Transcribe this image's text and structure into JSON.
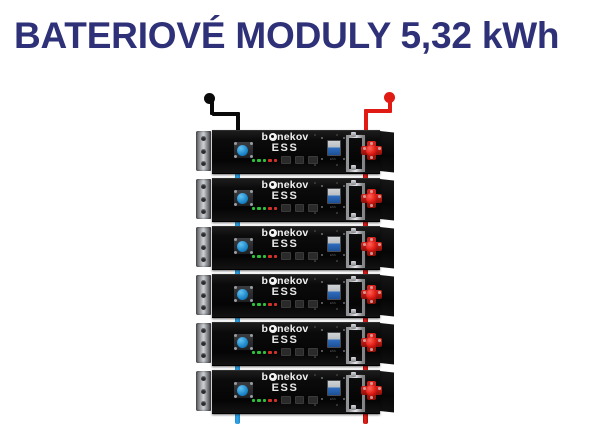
{
  "page": {
    "background_color": "#ffffff",
    "title": "BATERIOVÉ MODULY 5,32 kWh",
    "title_color": "#2e3178"
  },
  "product": {
    "name": "battery-module-stack",
    "module_count": 6,
    "brand_name": "b",
    "brand_name_rest": "nekov",
    "brand_sub": "ESS",
    "panel_caption": "ESS",
    "colors": {
      "negative_cable": "#35a8ea",
      "positive_cable": "#ee2018",
      "lead_negative": "#0a0a0a",
      "lead_positive": "#e01b14",
      "chassis": "#0b0b0b",
      "bracket": "#cfd2d6",
      "handle": "#e3e5e8",
      "display": "#2f6fc0",
      "led_green": "#2ecc3f",
      "led_red": "#e0342a"
    },
    "modules": [
      {
        "index": 1,
        "brand_sub": "ESS"
      },
      {
        "index": 2,
        "brand_sub": "ESS"
      },
      {
        "index": 3,
        "brand_sub": "ESS"
      },
      {
        "index": 4,
        "brand_sub": "ESS"
      },
      {
        "index": 5,
        "brand_sub": "ESS"
      },
      {
        "index": 6,
        "brand_sub": "ESS"
      }
    ]
  }
}
